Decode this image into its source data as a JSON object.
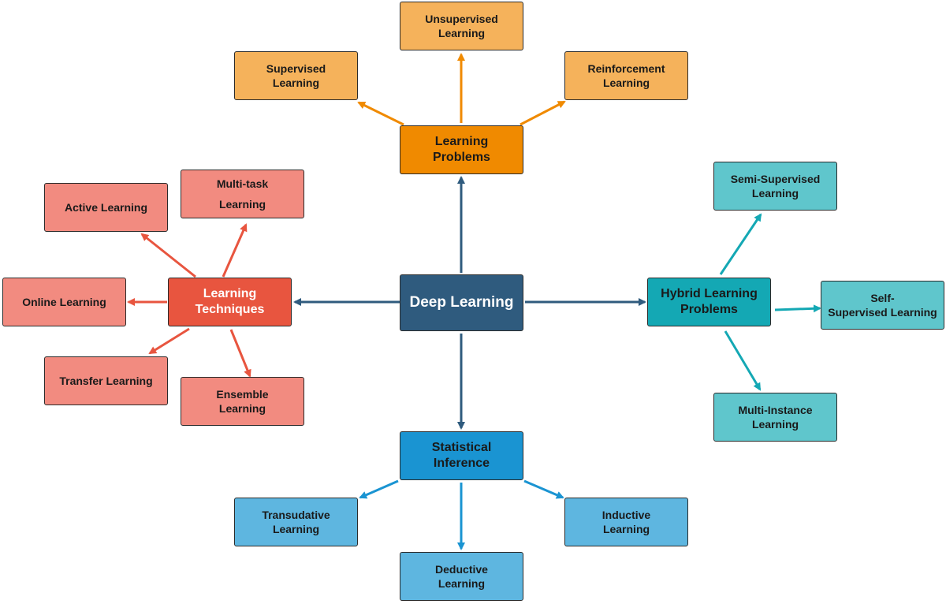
{
  "center": "Deep Learning",
  "branches": {
    "learning_problems": {
      "title": "Learning\nProblems",
      "items": [
        "Supervised\nLearning",
        "Unsupervised\nLearning",
        "Reinforcement\nLearning"
      ]
    },
    "learning_techniques": {
      "title": "Learning\nTechniques",
      "items": [
        "Active Learning",
        "Multi-task\n\nLearning",
        "Online Learning",
        "Transfer Learning",
        "Ensemble\nLearning"
      ]
    },
    "hybrid": {
      "title": "Hybrid Learning\nProblems",
      "items": [
        "Semi-Supervised\nLearning",
        "Self-\nSupervised Learning",
        "Multi-Instance\nLearning"
      ]
    },
    "statistical": {
      "title": "Statistical\nInference",
      "items": [
        "Transudative\nLearning",
        "Deductive\nLearning",
        "Inductive\nLearning"
      ]
    }
  },
  "colors": {
    "center": "#2f5b7e",
    "learning_problems": "#f08a00",
    "learning_techniques": "#e8553f",
    "hybrid": "#14a8b4",
    "statistical": "#1a94d2"
  }
}
